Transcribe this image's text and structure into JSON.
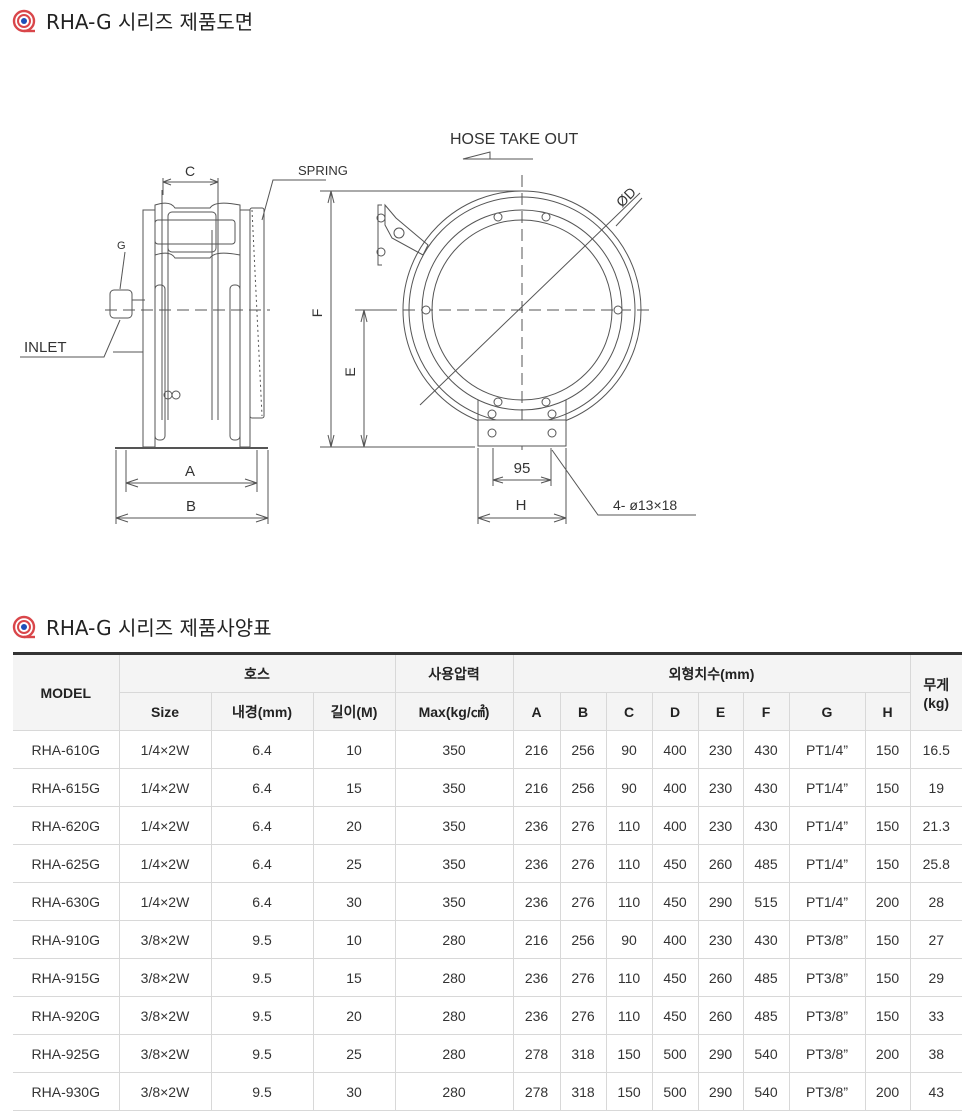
{
  "drawing_section": {
    "title": "RHA-G 시리즈 제품도면",
    "icon": "reel-logo-icon"
  },
  "drawing_labels": {
    "hose_take_out": "HOSE TAKE OUT",
    "spring": "SPRING",
    "c": "C",
    "g": "G",
    "inlet": "INLET",
    "a": "A",
    "b": "B",
    "f": "F",
    "e": "E",
    "d": "ØD",
    "dim95": "95",
    "h": "H",
    "holes": "4- ø13×18"
  },
  "spec_section": {
    "title": "RHA-G 시리즈 제품사양표",
    "icon": "reel-logo-icon"
  },
  "table": {
    "header_top": {
      "model": "MODEL",
      "hose": "호스",
      "pressure": "사용압력",
      "dims": "외형치수(mm)",
      "weight": "무게\n(kg)"
    },
    "header_sub": {
      "size": "Size",
      "id": "내경(mm)",
      "length": "길이(M)",
      "max": "Max(kg/㎠)",
      "a": "A",
      "b": "B",
      "c": "C",
      "d": "D",
      "e": "E",
      "f": "F",
      "g": "G",
      "h": "H"
    },
    "rows": [
      [
        "RHA-610G",
        "1/4×2W",
        "6.4",
        "10",
        "350",
        "216",
        "256",
        "90",
        "400",
        "230",
        "430",
        "PT1/4”",
        "150",
        "16.5"
      ],
      [
        "RHA-615G",
        "1/4×2W",
        "6.4",
        "15",
        "350",
        "216",
        "256",
        "90",
        "400",
        "230",
        "430",
        "PT1/4”",
        "150",
        "19"
      ],
      [
        "RHA-620G",
        "1/4×2W",
        "6.4",
        "20",
        "350",
        "236",
        "276",
        "110",
        "400",
        "230",
        "430",
        "PT1/4”",
        "150",
        "21.3"
      ],
      [
        "RHA-625G",
        "1/4×2W",
        "6.4",
        "25",
        "350",
        "236",
        "276",
        "110",
        "450",
        "260",
        "485",
        "PT1/4”",
        "150",
        "25.8"
      ],
      [
        "RHA-630G",
        "1/4×2W",
        "6.4",
        "30",
        "350",
        "236",
        "276",
        "110",
        "450",
        "290",
        "515",
        "PT1/4”",
        "200",
        "28"
      ],
      [
        "RHA-910G",
        "3/8×2W",
        "9.5",
        "10",
        "280",
        "216",
        "256",
        "90",
        "400",
        "230",
        "430",
        "PT3/8”",
        "150",
        "27"
      ],
      [
        "RHA-915G",
        "3/8×2W",
        "9.5",
        "15",
        "280",
        "236",
        "276",
        "110",
        "450",
        "260",
        "485",
        "PT3/8”",
        "150",
        "29"
      ],
      [
        "RHA-920G",
        "3/8×2W",
        "9.5",
        "20",
        "280",
        "236",
        "276",
        "110",
        "450",
        "260",
        "485",
        "PT3/8”",
        "150",
        "33"
      ],
      [
        "RHA-925G",
        "3/8×2W",
        "9.5",
        "25",
        "280",
        "278",
        "318",
        "150",
        "500",
        "290",
        "540",
        "PT3/8”",
        "200",
        "38"
      ],
      [
        "RHA-930G",
        "3/8×2W",
        "9.5",
        "30",
        "280",
        "278",
        "318",
        "150",
        "500",
        "290",
        "540",
        "PT3/8”",
        "200",
        "43"
      ]
    ]
  }
}
